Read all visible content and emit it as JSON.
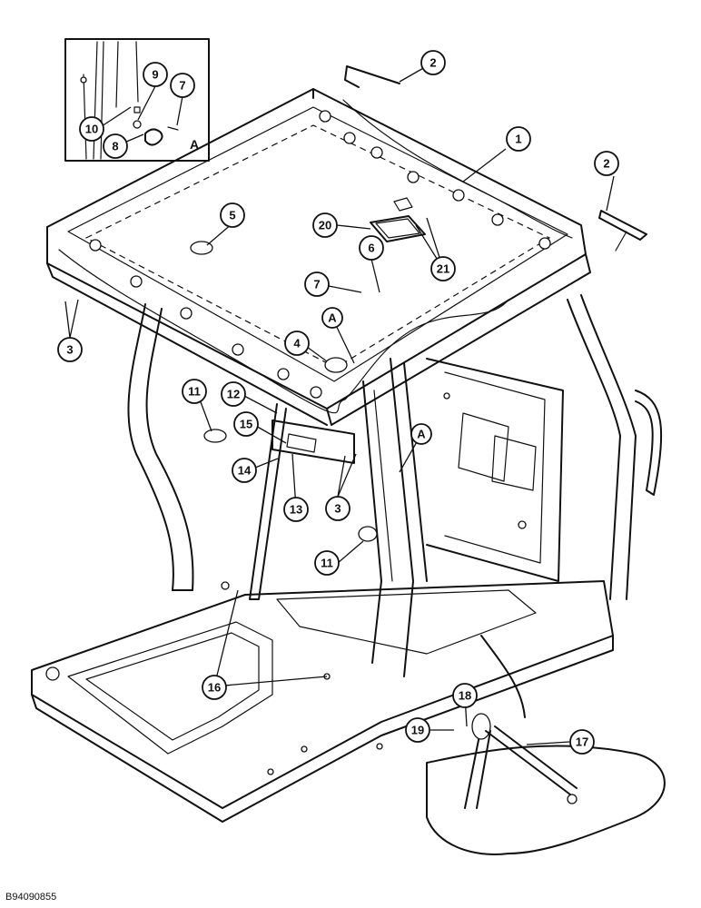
{
  "figure_code": "B94090855",
  "detail_label": "A",
  "section_marks": [
    "A",
    "A"
  ],
  "callouts": [
    {
      "label": "1"
    },
    {
      "label": "2"
    },
    {
      "label": "2"
    },
    {
      "label": "3"
    },
    {
      "label": "3"
    },
    {
      "label": "4"
    },
    {
      "label": "5"
    },
    {
      "label": "6"
    },
    {
      "label": "7"
    },
    {
      "label": "7"
    },
    {
      "label": "8"
    },
    {
      "label": "9"
    },
    {
      "label": "10"
    },
    {
      "label": "11"
    },
    {
      "label": "11"
    },
    {
      "label": "12"
    },
    {
      "label": "13"
    },
    {
      "label": "14"
    },
    {
      "label": "15"
    },
    {
      "label": "16"
    },
    {
      "label": "17"
    },
    {
      "label": "18"
    },
    {
      "label": "19"
    },
    {
      "label": "20"
    },
    {
      "label": "21"
    }
  ]
}
